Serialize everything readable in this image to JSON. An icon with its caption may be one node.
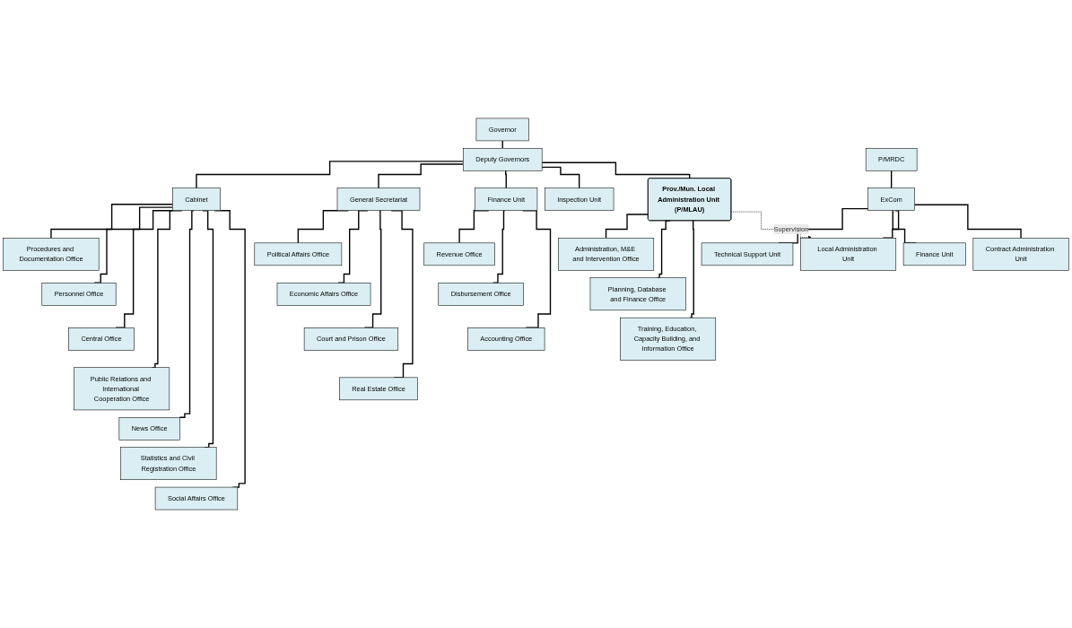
{
  "diagram": {
    "nodes": [
      {
        "text": [
          "Governor"
        ]
      },
      {
        "text": [
          "Deputy Governors"
        ]
      },
      {
        "text": [
          "Cabinet"
        ]
      },
      {
        "text": [
          "General Secretariat"
        ]
      },
      {
        "text": [
          "Finance Unit"
        ]
      },
      {
        "text": [
          "Inspection Unit"
        ]
      },
      {
        "text": [
          "Prov./Mun. Local Administration Unit (P/MLAU)"
        ]
      },
      {
        "text": [
          "Procedures and Documentation Office"
        ]
      },
      {
        "text": [
          "Personnel Office"
        ]
      },
      {
        "text": [
          "Central Office"
        ]
      },
      {
        "text": [
          "Public Relations and International Cooperation Office"
        ]
      },
      {
        "text": [
          "News Office"
        ]
      },
      {
        "text": [
          "Statistics and Civil Registration Office"
        ]
      },
      {
        "text": [
          "Social Affairs Office"
        ]
      },
      {
        "text": [
          "Political Affairs Office"
        ]
      },
      {
        "text": [
          "Economic Affairs Office"
        ]
      },
      {
        "text": [
          "Court and Prison Office"
        ]
      },
      {
        "text": [
          "Real Estate Office"
        ]
      },
      {
        "text": [
          "Revenue Office"
        ]
      },
      {
        "text": [
          "Disbursement Office"
        ]
      },
      {
        "text": [
          "Accounting Office"
        ]
      },
      {
        "text": [
          "Administration, M&E and Intervention Office"
        ]
      },
      {
        "text": [
          "Planning, Database and Finance Office"
        ]
      },
      {
        "text": [
          "Training, Education, Capacity Building, and Information Office"
        ]
      },
      {
        "text": [
          "P/MRDC"
        ]
      },
      {
        "text": [
          "ExCom"
        ]
      },
      {
        "text": [
          "Technical Support Unit"
        ]
      },
      {
        "text": [
          "Finance Unit"
        ]
      },
      {
        "text": [
          "Local Administration Unit"
        ]
      },
      {
        "text": [
          "Contract Administration Unit"
        ]
      }
    ],
    "edges": [
      {
        "from": 0,
        "to": 1,
        "arrow": "none"
      },
      {
        "from": 1,
        "to": 2,
        "arrow": "none"
      },
      {
        "from": 1,
        "to": 3,
        "arrow": "none"
      },
      {
        "from": 1,
        "to": 4,
        "arrow": "none"
      },
      {
        "from": 1,
        "to": 5,
        "arrow": "none"
      },
      {
        "from": 1,
        "to": 6,
        "arrow": "none"
      },
      {
        "from": 2,
        "to": 7,
        "arrow": "none"
      },
      {
        "from": 2,
        "to": 8,
        "arrow": "none"
      },
      {
        "from": 2,
        "to": 9,
        "arrow": "none"
      },
      {
        "from": 2,
        "to": 10,
        "arrow": "none"
      },
      {
        "from": 2,
        "to": 11,
        "arrow": "none"
      },
      {
        "from": 2,
        "to": 12,
        "arrow": "none"
      },
      {
        "from": 2,
        "to": 13,
        "arrow": "none"
      },
      {
        "from": 3,
        "to": 14,
        "arrow": "none"
      },
      {
        "from": 3,
        "to": 15,
        "arrow": "none"
      },
      {
        "from": 3,
        "to": 16,
        "arrow": "none"
      },
      {
        "from": 3,
        "to": 17,
        "arrow": "none"
      },
      {
        "from": 4,
        "to": 18,
        "arrow": "none"
      },
      {
        "from": 4,
        "to": 19,
        "arrow": "none"
      },
      {
        "from": 4,
        "to": 20,
        "arrow": "none"
      },
      {
        "from": 6,
        "to": 21,
        "arrow": "none"
      },
      {
        "from": 6,
        "to": 22,
        "arrow": "none"
      },
      {
        "from": 6,
        "to": 23,
        "arrow": "none"
      },
      {
        "from": 24,
        "to": 25,
        "arrow": "none"
      },
      {
        "from": 25,
        "to": 26,
        "arrow": "none"
      },
      {
        "from": 25,
        "to": 27,
        "arrow": "none"
      },
      {
        "from": 25,
        "to": 28,
        "arrow": "none"
      },
      {
        "from": 25,
        "to": 29,
        "arrow": "none"
      },
      {
        "from": 6,
        "to": 28,
        "arrow": "to",
        "label": "Supervision",
        "style": "dashed"
      }
    ]
  }
}
